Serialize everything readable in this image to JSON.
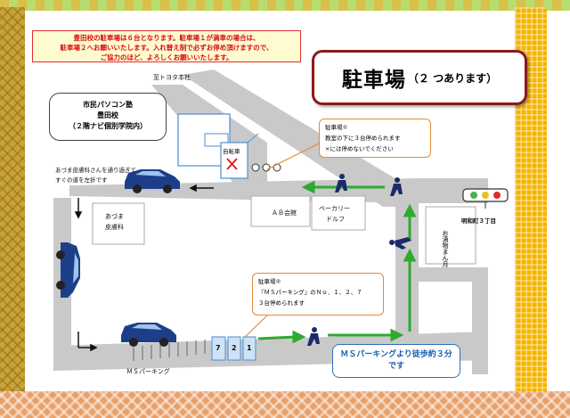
{
  "notice": {
    "line1": "豊田校の駐車場は６台となります。駐車場１が満車の場合は、",
    "line2": "駐車場２へお願いいたします。入れ替え制で必ずお停め頂けますので、",
    "line3": "ご協力のほど、よろしくお願いいたします。"
  },
  "title": {
    "main": "駐車場",
    "sub": "（２ つあります）"
  },
  "map": {
    "toyota_label": "至トヨタ本社",
    "school": {
      "line1": "市民パソコン塾",
      "line2": "豊田校",
      "line3": "（２階ナビ個別学院内）"
    },
    "bicycle_label": "自転車",
    "azuma_note_line1": "あづま皮膚科さんを通り過ぎて",
    "azuma_note_line2": "すぐの道を左折です",
    "azuma_building_line1": "あづま",
    "azuma_building_line2": "皮膚科",
    "hotel_label": "ＡＢ会館",
    "bakery_line1": "ベーカリー",
    "bakery_line2": "ドルフ",
    "signal_label": "明和町３丁目",
    "shop_label": "お漬物まん月",
    "ms_parking_label": "ＭＳパーキング",
    "slots": [
      "7",
      "2",
      "1"
    ]
  },
  "parking1": {
    "title": "駐車場①",
    "line1": "教室の下に３台停められます",
    "line2": "×には停めないでください"
  },
  "parking2": {
    "title": "駐車場②",
    "line1": "『ＭＳパーキング』のＮｏ．１、２、７",
    "line2": "３台停められます"
  },
  "walk": {
    "line1": "ＭＳパーキングより徒歩約３分",
    "line2": "です"
  }
}
